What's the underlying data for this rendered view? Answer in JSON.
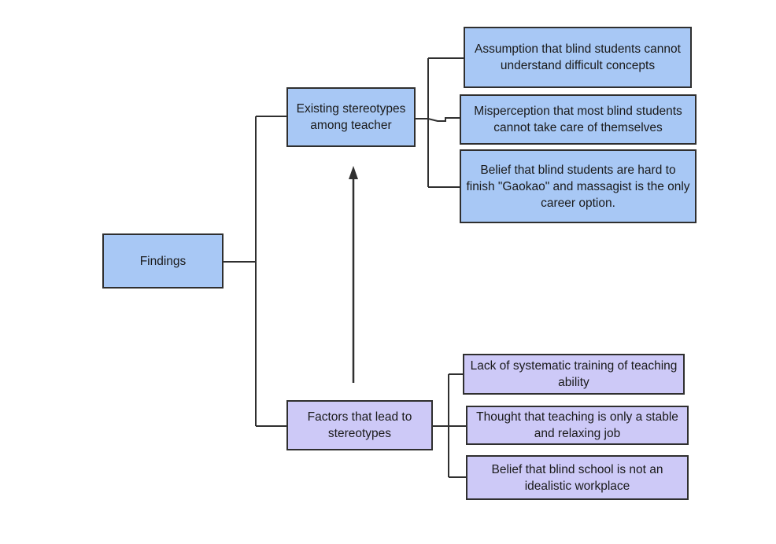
{
  "diagram": {
    "root": {
      "label": "Findings"
    },
    "branches": [
      {
        "label": "Existing stereotypes among teacher",
        "children": [
          "Assumption that blind students cannot understand difficult concepts",
          "Misperception that most blind students cannot take care of themselves",
          "Belief that blind students are hard to finish \"Gaokao\" and massagist is the only career option."
        ]
      },
      {
        "label": "Factors that lead to stereotypes",
        "children": [
          "Lack of systematic training of teaching ability",
          "Thought that teaching is only a stable and relaxing job",
          "Belief that blind school is not an idealistic workplace"
        ]
      }
    ],
    "colors": {
      "stereotype_nodes": "#a8c8f5",
      "factor_nodes": "#cdc9f7",
      "lines": "#2f2f2f"
    }
  }
}
